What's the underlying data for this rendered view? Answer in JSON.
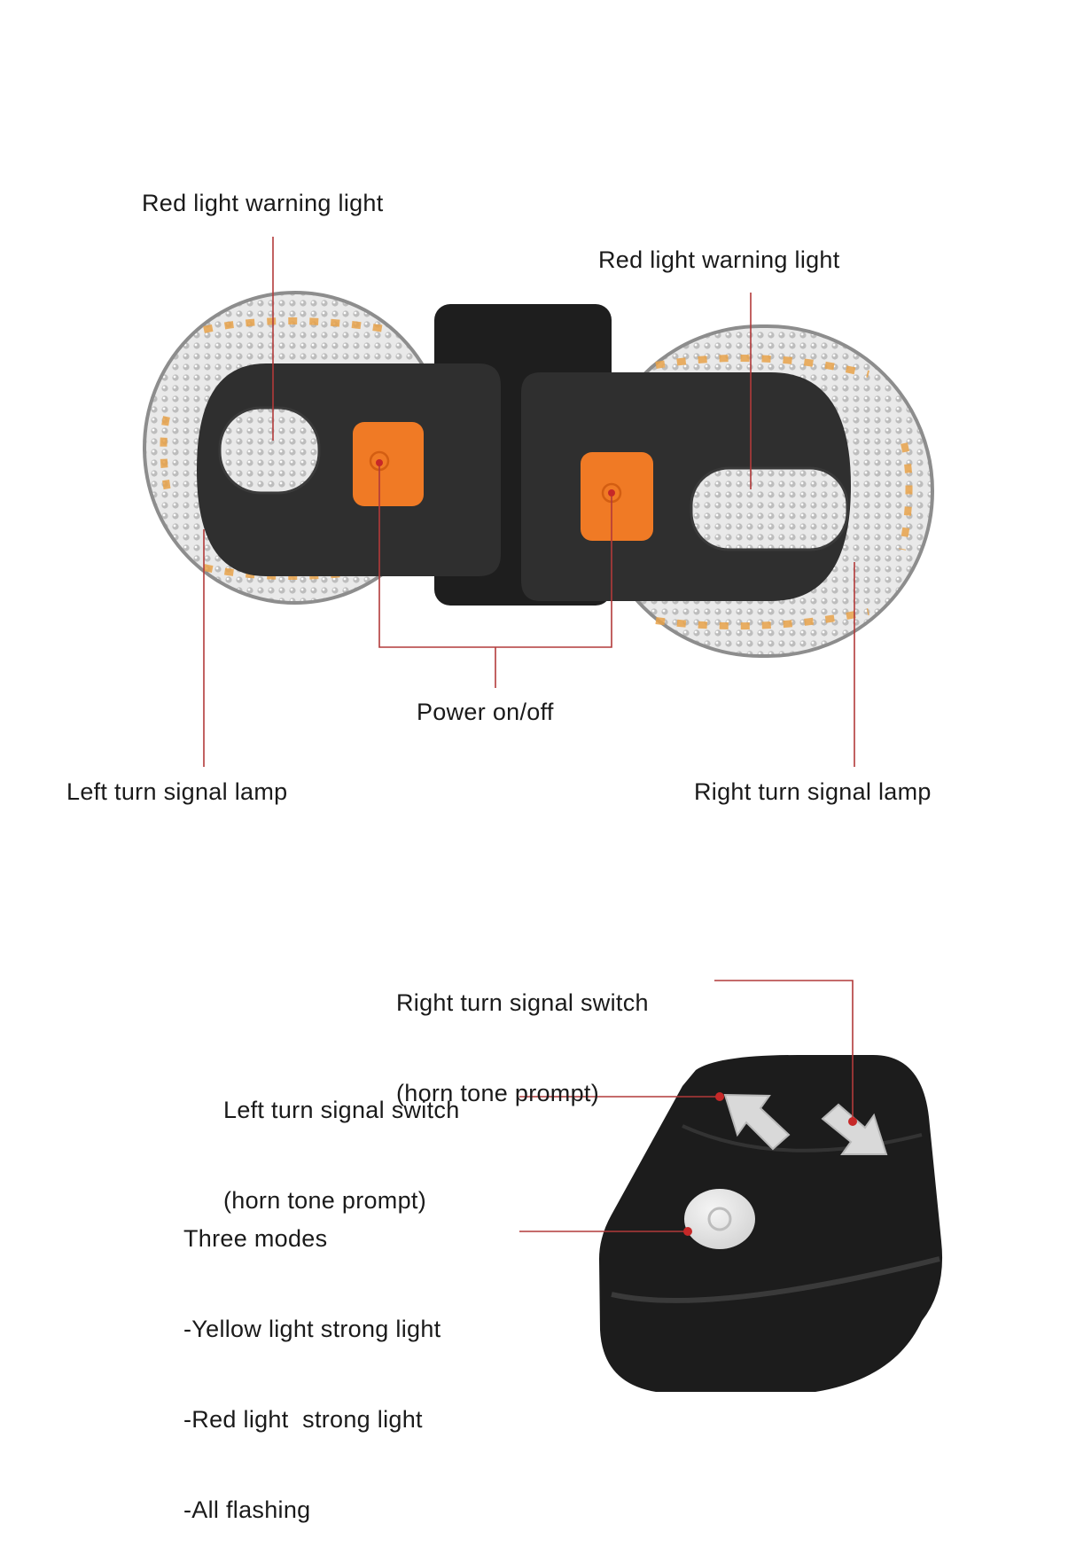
{
  "labels": {
    "red_light_left": "Red light warning light",
    "red_light_right": "Red light warning light",
    "power": "Power on/off",
    "left_lamp": "Left turn signal lamp",
    "right_lamp": "Right turn signal lamp",
    "right_switch": [
      "Right turn signal switch",
      "(horn tone prompt)"
    ],
    "left_switch": [
      "Left turn signal switch",
      "(horn tone prompt)"
    ],
    "modes": [
      "Three modes",
      "-Yellow light strong light",
      "-Red light  strong light",
      "-All flashing"
    ]
  },
  "colors": {
    "leader_line": "#b23a3a",
    "button_orange": "#f07a25",
    "body_dark": "#2b2b2b",
    "remote_black": "#1c1c1c",
    "amber_led": "#e8a24a"
  }
}
